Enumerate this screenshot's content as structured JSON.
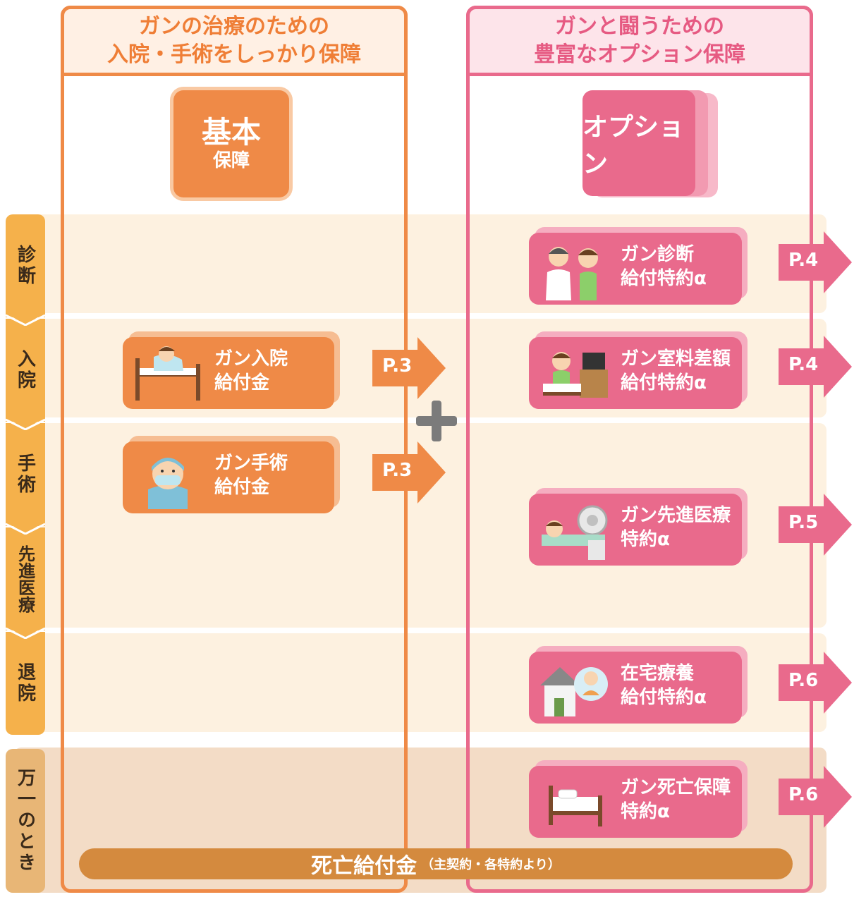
{
  "columns": {
    "left": {
      "line1": "ガンの治療のための",
      "line2": "入院・手術をしっかり保障"
    },
    "right": {
      "line1": "ガンと闘うための",
      "line2": "豊富なオプション保障"
    }
  },
  "badges": {
    "basic": {
      "main": "基本",
      "sub": "保障"
    },
    "option": {
      "main": "オプション"
    }
  },
  "stages": {
    "diagnosis": "診断",
    "admission": "入院",
    "surgery": "手術",
    "advanced": "先進医療",
    "discharge": "退院",
    "emergency": "万一のとき"
  },
  "basic_benefits": [
    {
      "line1": "ガン入院",
      "line2": "給付金",
      "page": "P.3"
    },
    {
      "line1": "ガン手術",
      "line2": "給付金",
      "page": "P.3"
    }
  ],
  "option_benefits": [
    {
      "line1": "ガン診断",
      "line2": "給付特約α",
      "page": "P.4"
    },
    {
      "line1": "ガン室料差額",
      "line2": "給付特約α",
      "page": "P.4"
    },
    {
      "line1": "ガン先進医療",
      "line2": "特約α",
      "page": "P.5"
    },
    {
      "line1": "在宅療養",
      "line2": "給付特約α",
      "page": "P.6"
    },
    {
      "line1": "ガン死亡保障",
      "line2": "特約α",
      "page": "P.6"
    }
  ],
  "death_benefit": {
    "main": "死亡給付金",
    "note": "（主契約・各特約より）"
  },
  "colors": {
    "orange": "#ef8a47",
    "pink": "#e96a8c",
    "stage": "#f5b14b",
    "band": "#fdf1e0"
  }
}
